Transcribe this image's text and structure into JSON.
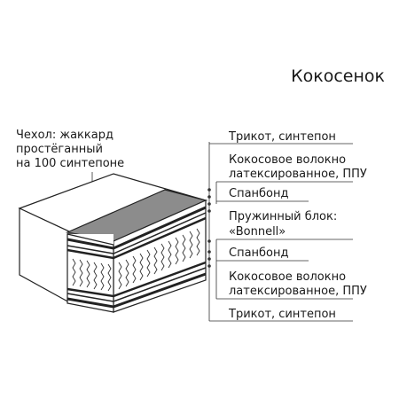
{
  "title": "Кокосенок",
  "cover": {
    "lines": [
      "Чехол: жаккард",
      "простёганный",
      "на 100 синтепоне"
    ]
  },
  "layers": [
    {
      "lines": [
        "Трикот, синтепон"
      ]
    },
    {
      "lines": [
        "Кокосовое волокно",
        "латексированное, ППУ"
      ]
    },
    {
      "lines": [
        "Спанбонд"
      ]
    },
    {
      "lines": [
        "Пружинный блок:",
        "«Bonnell»"
      ]
    },
    {
      "lines": [
        "Спанбонд"
      ]
    },
    {
      "lines": [
        "Кокосовое волокно",
        "латексированное, ППУ"
      ]
    },
    {
      "lines": [
        "Трикот, синтепон"
      ]
    }
  ]
}
